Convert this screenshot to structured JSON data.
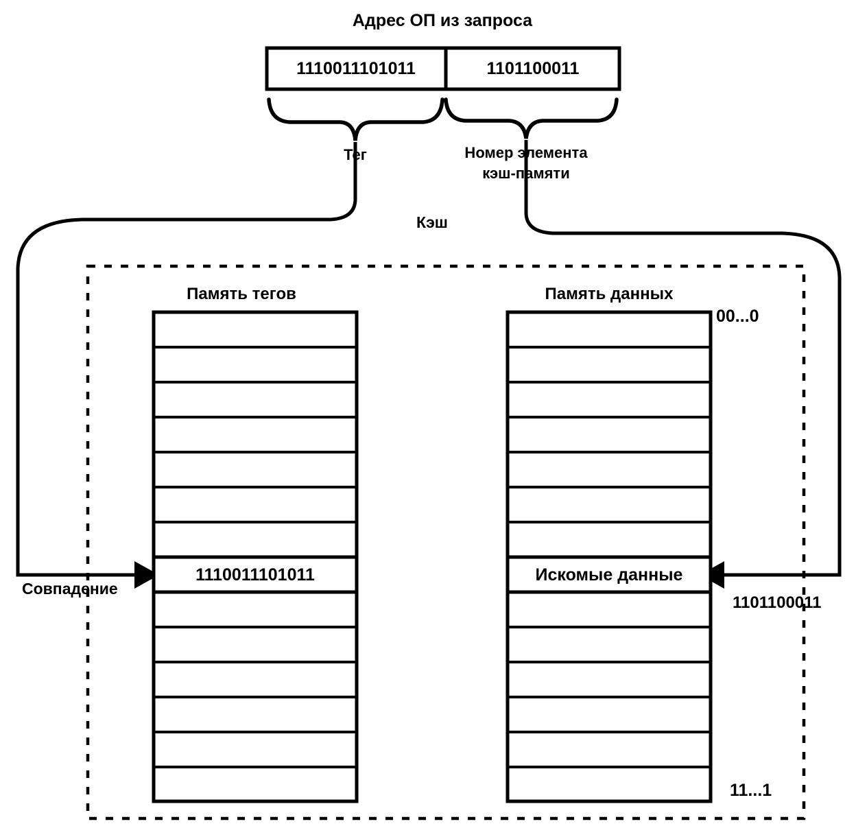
{
  "diagram": {
    "title": "Адрес ОП из запроса",
    "cache_label": "Кэш",
    "address": {
      "tag_field": "1110011101011",
      "index_field": "1101100011"
    },
    "braces": {
      "tag_label": "Тег",
      "index_label_line1": "Номер элемента",
      "index_label_line2": "кэш-памяти"
    },
    "tag_memory": {
      "header": "Память тегов",
      "row_count": 14,
      "highlighted_row_index": 7,
      "highlighted_value": "1110011101011"
    },
    "data_memory": {
      "header": "Память данных",
      "row_count": 14,
      "highlighted_row_index": 7,
      "highlighted_value": "Искомые данные",
      "top_address_label": "00...0",
      "bottom_address_label": "11...1"
    },
    "wires": {
      "match_label": "Совпадение",
      "index_wire_label": "1101100011"
    },
    "colors": {
      "stroke": "#000000",
      "background": "#ffffff",
      "text": "#000000"
    }
  }
}
